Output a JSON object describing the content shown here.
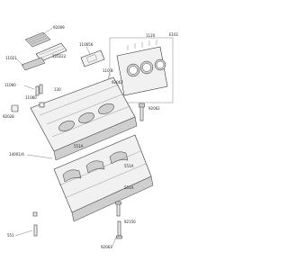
{
  "diagram": {
    "corner_code": "E161",
    "callouts": {
      "c92009": "92009",
      "c11021": "11021",
      "c120222": "120222",
      "c11060a": "11060",
      "c11060b": "11060",
      "c130": "130",
      "c110656": "110656",
      "c92062a": "92062",
      "c110a": "110 B",
      "c92028": "92028",
      "c92062b": "92062",
      "c14001": "14001/A",
      "c551a": "551A",
      "c551b": "551A",
      "c551c": "551A",
      "c92150": "92150",
      "c551d": "551",
      "c92063": "92063",
      "c1120": "1120"
    }
  }
}
